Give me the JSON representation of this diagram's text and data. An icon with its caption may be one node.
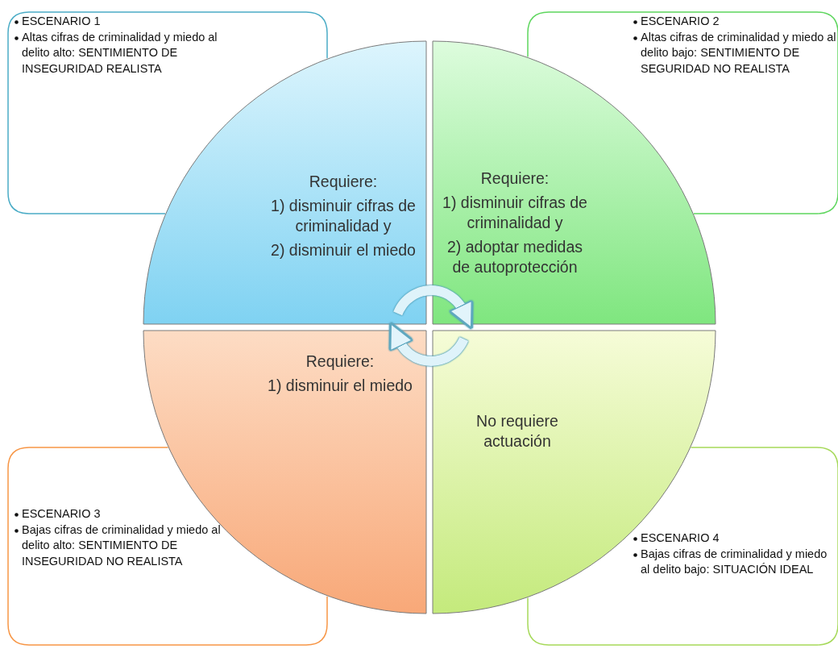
{
  "diagram": {
    "nodes": [
      {
        "text": [
          "ESCENARIO 1",
          "Altas cifras de criminalidad y miedo al delito alto: SENTIMIENTO DE INSEGURIDAD REALISTA"
        ]
      },
      {
        "text": [
          "ESCENARIO 2",
          "Altas cifras de criminalidad y miedo al delito bajo: SENTIMIENTO  DE SEGURIDAD NO REALISTA"
        ]
      },
      {
        "text": [
          "ESCENARIO 3",
          "Bajas cifras de criminalidad y miedo al delito alto: SENTIMIENTO DE INSEGURIDAD NO REALISTA"
        ]
      },
      {
        "text": [
          "ESCENARIO 4",
          "Bajas cifras de criminalidad y miedo al delito bajo: SITUACIÓN IDEAL"
        ]
      },
      {
        "text": [
          "Requiere:",
          "1) disminuir cifras de criminalidad y",
          "2) disminuir el miedo"
        ]
      },
      {
        "text": [
          "Requiere:",
          "1) disminuir cifras de criminalidad y",
          "2) adoptar medidas de autoprotección"
        ]
      },
      {
        "text": [
          "Requiere:",
          "1) disminuir el miedo"
        ]
      },
      {
        "text": [
          "No requiere actuación"
        ]
      }
    ],
    "edges": [
      {
        "from": 4,
        "to": 5,
        "arrow": "to"
      },
      {
        "from": 7,
        "to": 6,
        "arrow": "to"
      }
    ]
  }
}
